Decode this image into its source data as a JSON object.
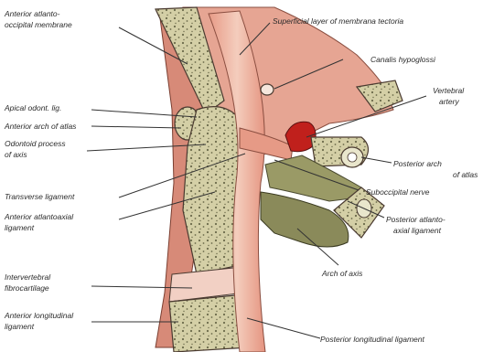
{
  "labels": {
    "anterior_atlanto_occipital_membrane": [
      "Anterior atlanto-",
      "occipital membrane"
    ],
    "superficial_layer_membrana_tectoria": "Superficial layer of membrana tectoria",
    "canalis_hypoglossi": "Canalis hypoglossi",
    "vertebral_artery": [
      "Vertebral",
      "artery"
    ],
    "apical_odont_lig": "Apical odont. lig.",
    "anterior_arch_of_atlas": "Anterior arch of atlas",
    "odontoid_process_of_axis": [
      "Odontoid process",
      "of axis"
    ],
    "posterior_arch_of_atlas": [
      "Posterior arch",
      "of atlas"
    ],
    "suboccipital_nerve": "Suboccipital nerve",
    "transverse_ligament": "Transverse ligament",
    "anterior_atlantoaxial_ligament": [
      "Anterior atlantoaxial",
      "ligament"
    ],
    "posterior_atlanto_axial_ligament": [
      "Posterior atlanto-",
      "axial ligament"
    ],
    "arch_of_axis": "Arch of axis",
    "intervertebral_fibrocartilage": [
      "Intervertebral",
      "fibrocartilage"
    ],
    "anterior_longitudinal_ligament": [
      "Anterior longitudinal",
      "ligament"
    ],
    "posterior_longitudinal_ligament": "Posterior longitudinal ligament"
  },
  "colors": {
    "bone": "#d4cfa6",
    "bone_dots": "#6b6a4a",
    "ligament": "#e8a08e",
    "ligament_light": "#f2c3b3",
    "muscle": "#dc8d7c",
    "artery": "#c0201c",
    "olive_tissue": "#8a8a5a",
    "outline": "#4a3a30",
    "leader": "#333333"
  }
}
